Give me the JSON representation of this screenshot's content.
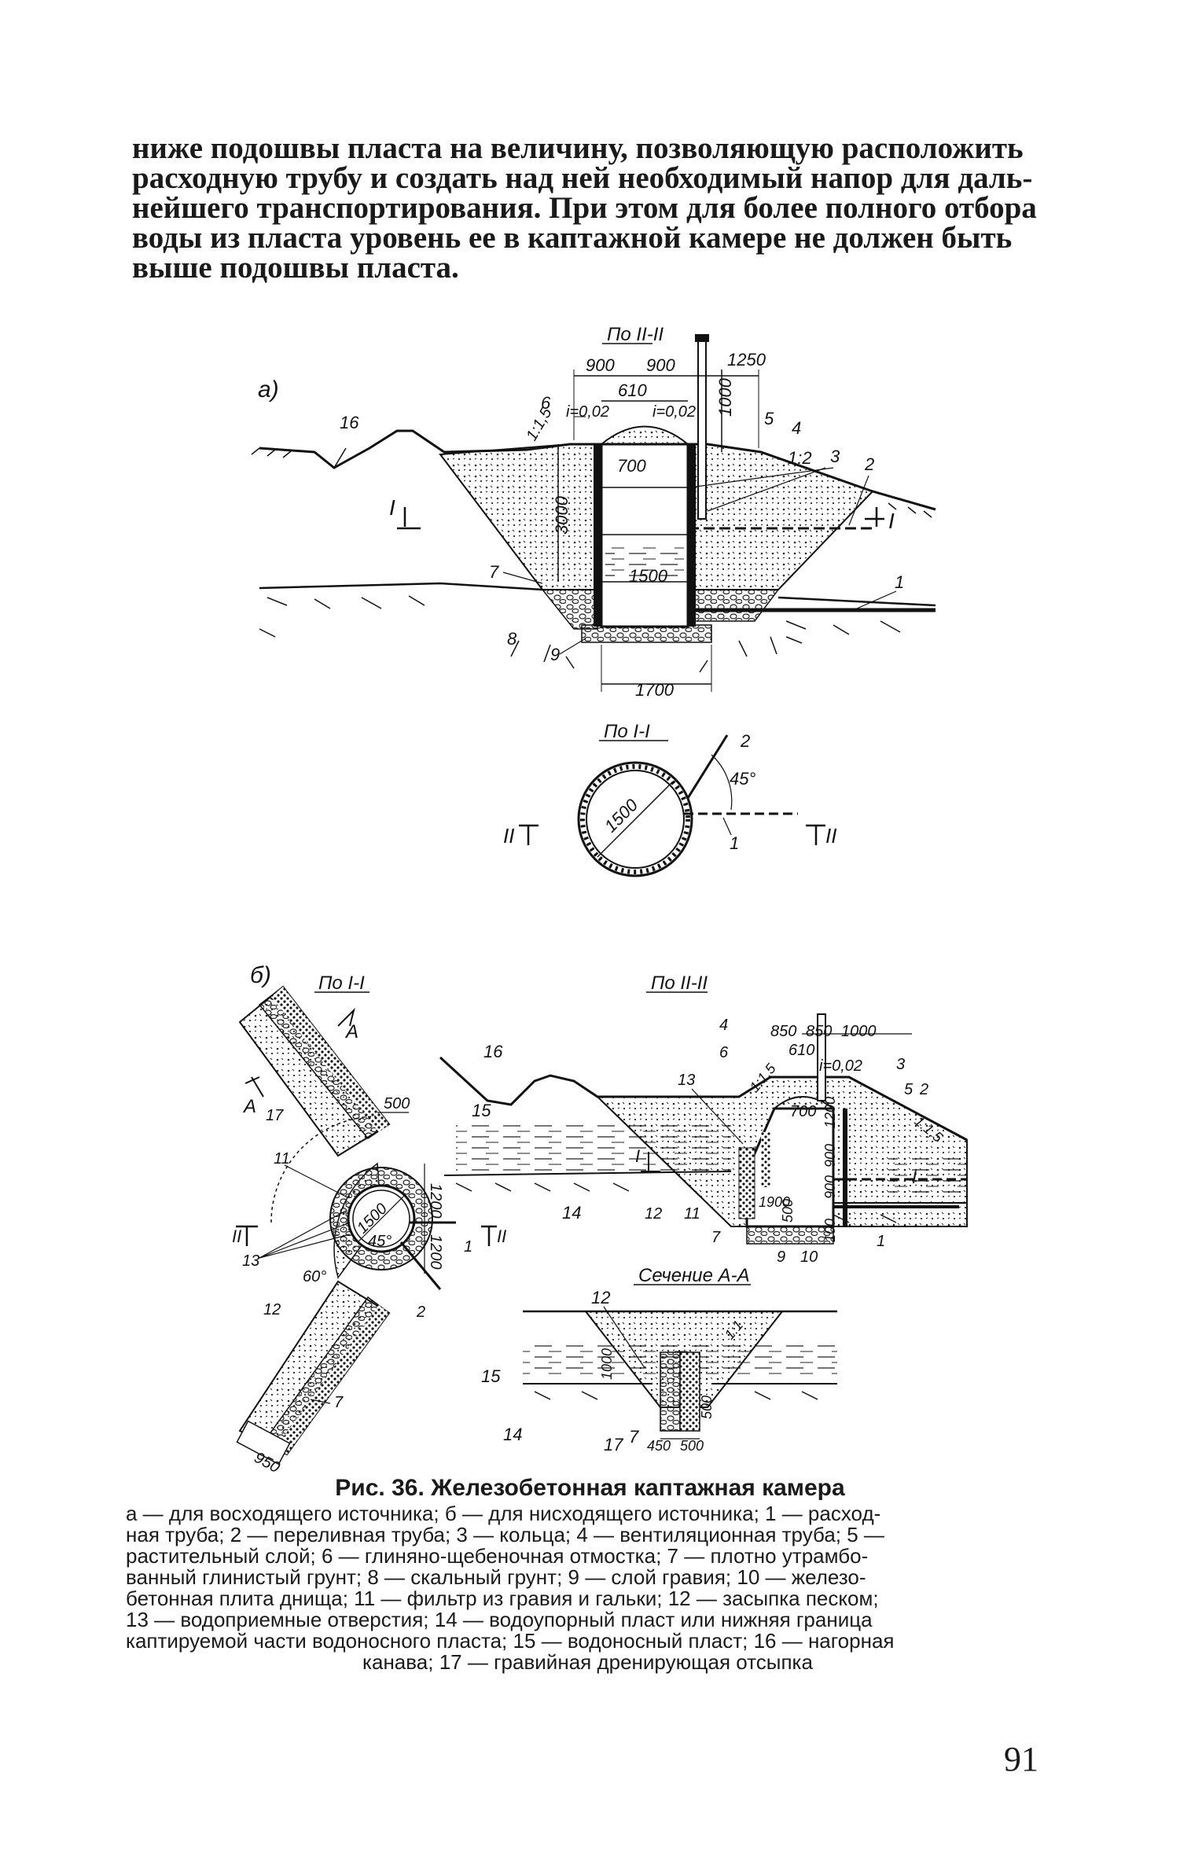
{
  "paragraph": {
    "lines": [
      "ниже подошвы пласта на величину, позволяющую расположить",
      "расходную трубу и создать над ней необходимый напор для даль-",
      "нейшего транспортирования. При этом для более полного отбора",
      "воды из пласта уровень ее в каптажной камере не должен быть",
      "выше подошвы пласта."
    ]
  },
  "figure_a": {
    "panel": "а)",
    "section_title": "По II-II",
    "plan_title": "По I-I",
    "dims": {
      "d900a": "900",
      "d900b": "900",
      "d1250": "1250",
      "d610": "610",
      "d1000": "1000",
      "d700": "700",
      "d3000": "3000",
      "d1500": "1500",
      "d1700": "1700",
      "slope_l": "1:1,5",
      "slope_r": "1:2",
      "i_left": "i=0,02",
      "i_right": "i=0,02",
      "plan_d": "1500",
      "angle": "45°"
    },
    "labels": {
      "n16": "16",
      "n6": "6",
      "n5": "5",
      "n4": "4",
      "n3": "3",
      "n2": "2",
      "n1": "1",
      "n7": "7",
      "n8": "8",
      "n9": "9",
      "cut_I_left": "I",
      "cut_I_right": "I",
      "plan_n2": "2",
      "plan_n1": "1",
      "cut_II_left": "II",
      "cut_II_right": "II"
    }
  },
  "figure_b": {
    "panel": "б)",
    "plan_title": "По I-I",
    "section_title": "По II-II",
    "section_aa_title": "Сечение А-А",
    "dims": {
      "d500": "500",
      "d1200a": "1200",
      "d1200b": "1200",
      "d1500": "1500",
      "d45": "45°",
      "d60": "60°",
      "d950": "950",
      "d850a": "850",
      "d850b": "850",
      "d1000": "1000",
      "d610": "610",
      "i": "i=0,02",
      "slope_l": "1:1,5",
      "slope_r": "1:1,5",
      "d700": "700",
      "d1200c": "1200",
      "d900": "900",
      "d900b": "900",
      "d500b": "500",
      "d100": "100",
      "d1900": "1900",
      "aa_1000": "1000",
      "aa_450": "450",
      "aa_500": "500",
      "aa_500b": "500",
      "aa_slope": "1:1"
    },
    "labels": {
      "pA1": "А",
      "pA2": "А",
      "p17": "17",
      "p11": "11",
      "p13": "13",
      "p12": "12",
      "p7": "7",
      "p2": "2",
      "p1": "1",
      "pII_l": "II",
      "pII_r": "II",
      "s16": "16",
      "s15": "15",
      "s14": "14",
      "s13": "13",
      "s12": "12",
      "s11": "11",
      "s7": "7",
      "s9": "9",
      "s10": "10",
      "s1": "1",
      "s4": "4",
      "s6": "6",
      "s3": "3",
      "s5": "5",
      "s2": "2",
      "sI_l": "I",
      "sI_r": "I",
      "a12": "12",
      "a15": "15",
      "a14": "14",
      "a17": "17",
      "a7": "7"
    }
  },
  "caption": {
    "title": "Рис. 36. Железобетонная каптажная камера",
    "lines": [
      "а — для восходящего источника; б — для нисходящего источника; 1 — расход-",
      "ная труба; 2 — переливная труба; 3 — кольца; 4 — вентиляционная труба; 5 —",
      "растительный слой; 6 — глиняно-щебеночная отмостка; 7 — плотно утрамбо-",
      "ванный глинистый грунт; 8 — скальный грунт; 9 — слой гравия; 10 — железо-",
      "бетонная плита днища; 11 — фильтр из гравия и гальки; 12 — засыпка песком;",
      "13 — водоприемные отверстия; 14 — водоупорный пласт или нижняя граница",
      "каптируемой части водоносного пласта; 15 — водоносный пласт; 16 — нагорная",
      "канава; 17 — гравийная дренирующая отсыпка"
    ]
  },
  "page_number": "91"
}
